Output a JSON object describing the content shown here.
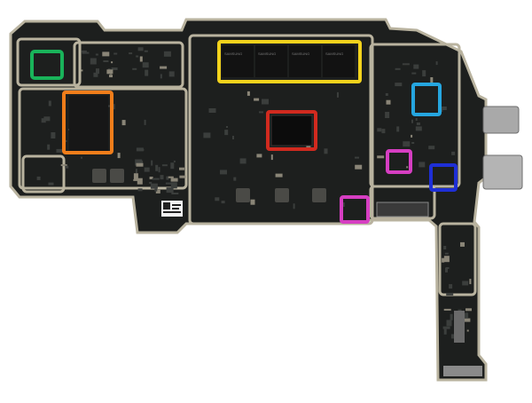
{
  "image": {
    "subject": "logic board",
    "background": "#ffffff",
    "board_color": "#1d1f1e",
    "trace_color": "#2a2d2c",
    "shield_color": "#b9b39f"
  },
  "highlights": [
    {
      "id": "memory-chips",
      "color": "#f2d21c"
    },
    {
      "id": "processor",
      "color": "#d12a1f"
    },
    {
      "id": "flash-storage",
      "color": "#f07d1a"
    },
    {
      "id": "chip-green",
      "color": "#19b35a"
    },
    {
      "id": "chip-light-blue",
      "color": "#25a6e0"
    },
    {
      "id": "chip-dark-blue",
      "color": "#1e2fd6"
    },
    {
      "id": "chip-magenta-upper",
      "color": "#d63ec2"
    },
    {
      "id": "chip-magenta-lower",
      "color": "#d63ec2"
    }
  ],
  "board_text": {
    "mem_chip_markings": [
      "SAMSUNG",
      "SAMSUNG",
      "SAMSUNG",
      "SAMSUNG"
    ]
  }
}
